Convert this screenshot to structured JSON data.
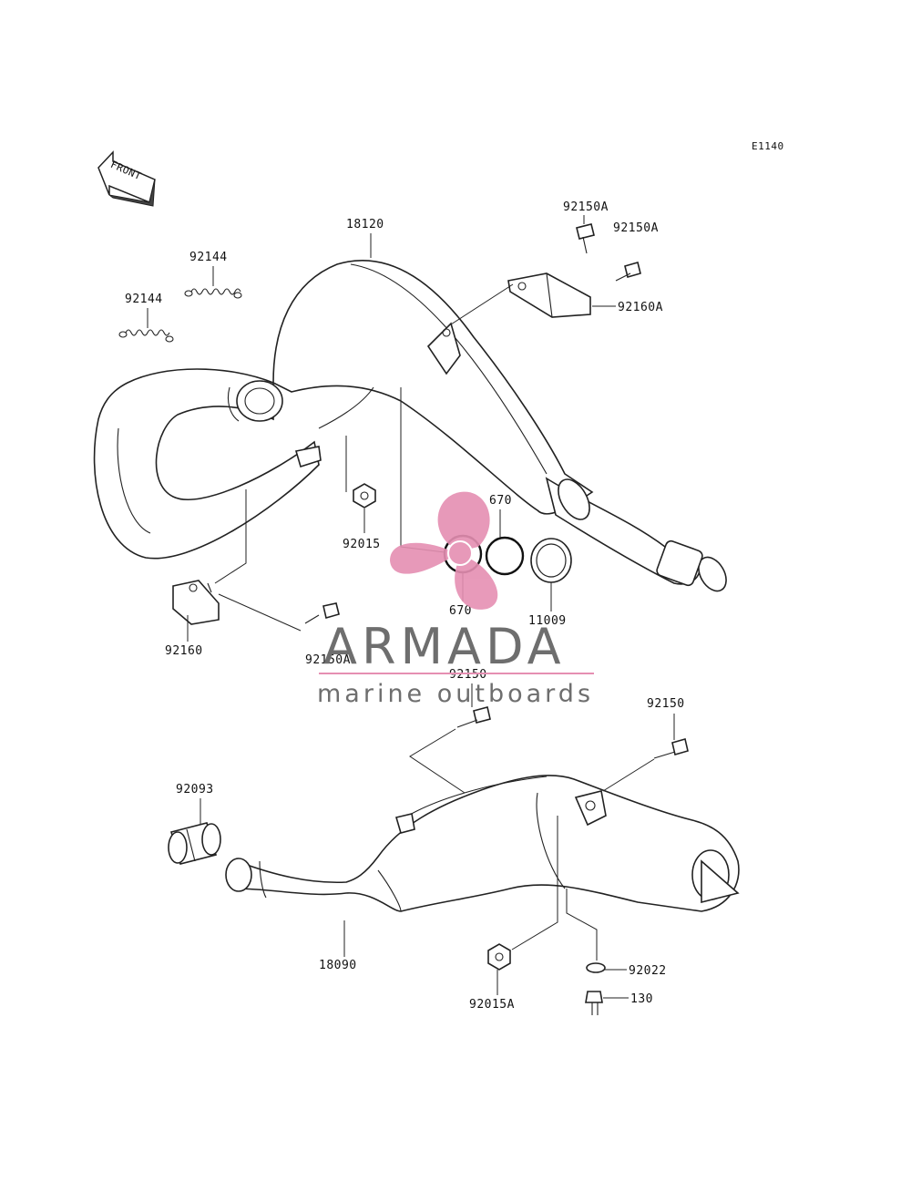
{
  "diagram_code": "E1140",
  "front_label": "FRONT",
  "watermark": {
    "brand": "ARMADA",
    "tagline": "marine outboards",
    "accent_color": "#e58fb2",
    "text_color": "#6e6e6e"
  },
  "parts": {
    "p18120": "18120",
    "p92150A_top1": "92150A",
    "p92150A_top2": "92150A",
    "p92160A": "92160A",
    "p92144_a": "92144",
    "p92144_b": "92144",
    "p92015": "92015",
    "p670_top": "670",
    "p670_bottom": "670",
    "p11009": "11009",
    "p92160": "92160",
    "p92150A_bottom": "92150A",
    "p92150_center": "92150",
    "p92150_right": "92150",
    "p92093": "92093",
    "p18090": "18090",
    "p92015A": "92015A",
    "p92022": "92022",
    "p130": "130"
  }
}
